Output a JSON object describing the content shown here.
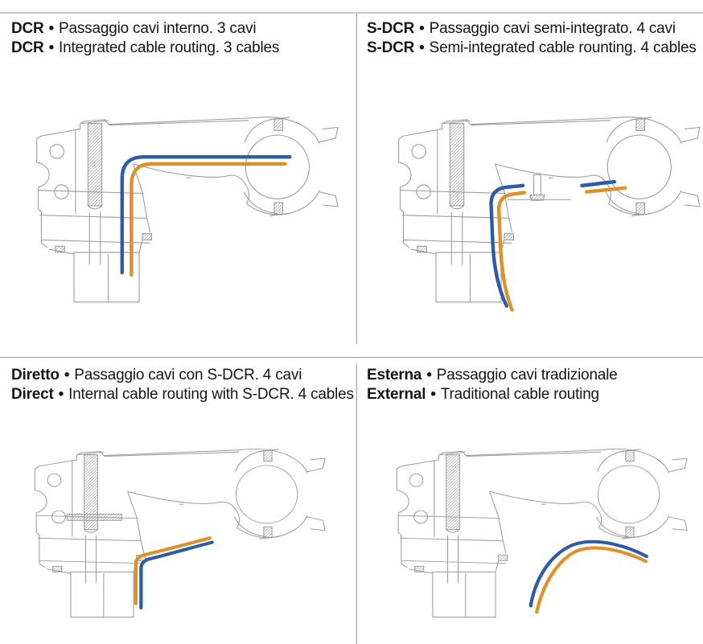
{
  "bullet": "•",
  "colors": {
    "cable_blue": "#2e5ba7",
    "cable_orange": "#de9127",
    "drawing_line": "#9a9a9a",
    "divider": "#9e9e9e",
    "top_rule": "#c8c8c8",
    "text": "#161616"
  },
  "panels": [
    {
      "id": "dcr",
      "line1": {
        "term": "DCR",
        "text": "Passaggio cavi interno. 3 cavi"
      },
      "line2": {
        "term": "DCR",
        "text": "Integrated cable routing. 3 cables"
      },
      "diagram": "stem-with-fully-internal-cables"
    },
    {
      "id": "s-dcr",
      "line1": {
        "term": "S-DCR",
        "text": "Passaggio cavi semi-integrato. 4 cavi"
      },
      "line2": {
        "term": "S-DCR",
        "text": "Semi-integrated cable rounting. 4 cables"
      },
      "diagram": "stem-with-semi-integrated-cables"
    },
    {
      "id": "direct",
      "line1": {
        "term": "Diretto",
        "text": "Passaggio cavi con S-DCR. 4 cavi"
      },
      "line2": {
        "term": "Direct",
        "text": "Internal cable routing with S-DCR. 4 cables"
      },
      "diagram": "stem-with-direct-entry-cables"
    },
    {
      "id": "external",
      "line1": {
        "term": "Esterna",
        "text": "Passaggio cavi tradizionale"
      },
      "line2": {
        "term": "External",
        "text": "Traditional cable routing"
      },
      "diagram": "stem-with-external-cables"
    }
  ]
}
